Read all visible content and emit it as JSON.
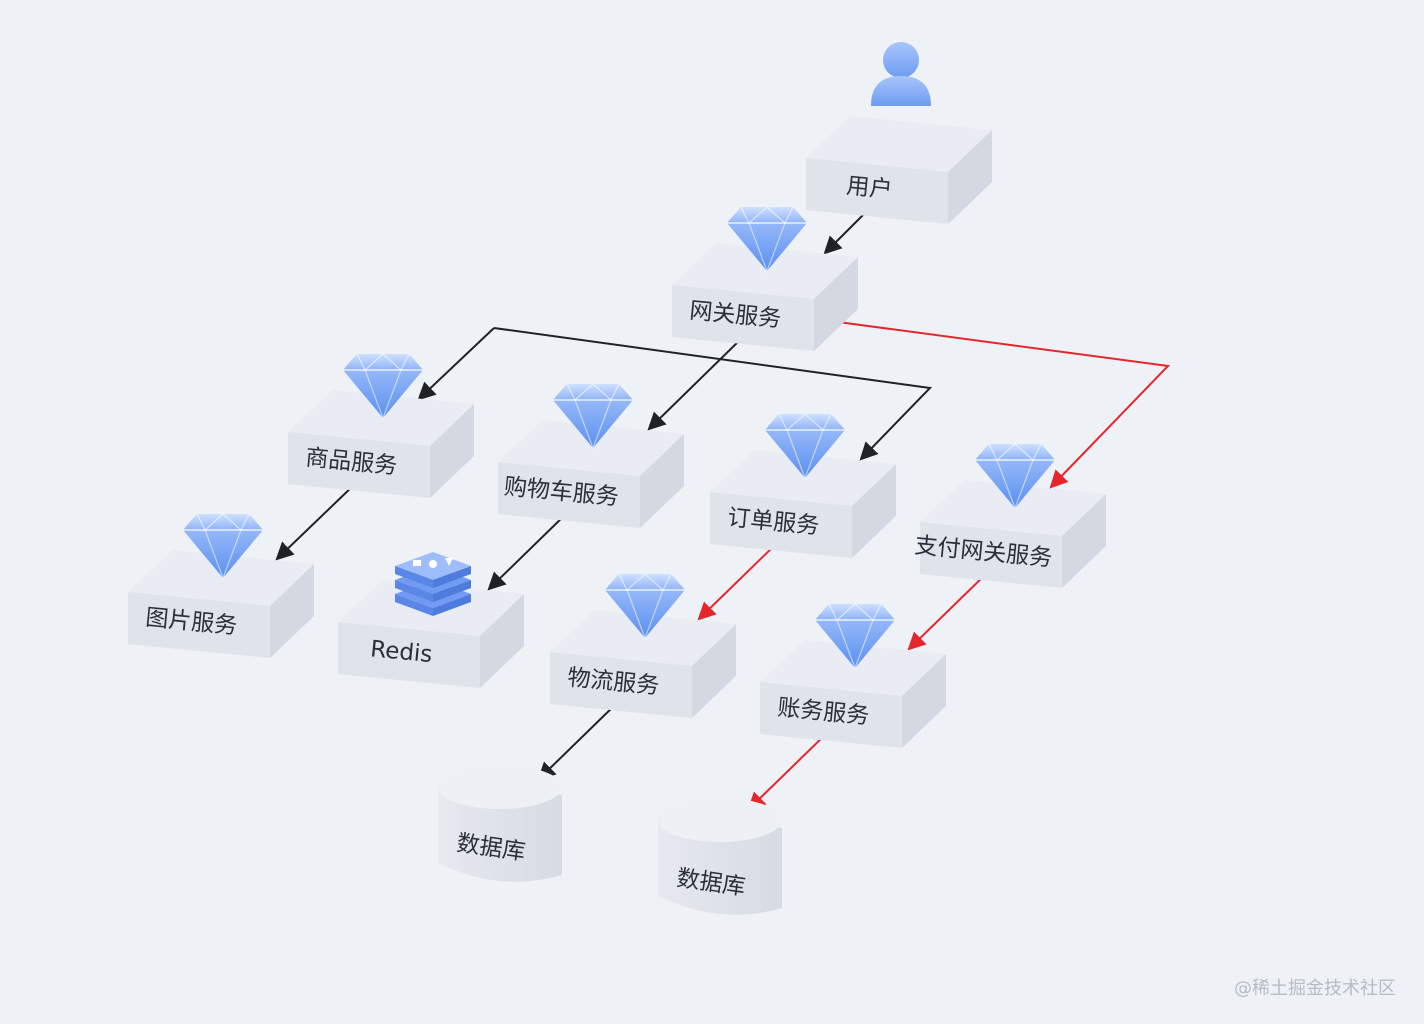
{
  "diagram": {
    "nodes": {
      "user": {
        "label": "用户",
        "icon": "user-icon"
      },
      "gateway": {
        "label": "网关服务",
        "icon": "diamond-icon"
      },
      "product": {
        "label": "商品服务",
        "icon": "diamond-icon"
      },
      "cart": {
        "label": "购物车服务",
        "icon": "diamond-icon"
      },
      "order": {
        "label": "订单服务",
        "icon": "diamond-icon"
      },
      "pay_gateway": {
        "label": "支付网关服务",
        "icon": "diamond-icon"
      },
      "image": {
        "label": "图片服务",
        "icon": "diamond-icon"
      },
      "redis": {
        "label": "Redis",
        "icon": "redis-icon"
      },
      "logistics": {
        "label": "物流服务",
        "icon": "diamond-icon"
      },
      "billing": {
        "label": "账务服务",
        "icon": "diamond-icon"
      },
      "db1": {
        "label": "数据库",
        "icon": "database-icon"
      },
      "db2": {
        "label": "数据库",
        "icon": "database-icon"
      }
    },
    "edges": [
      {
        "from": "user",
        "to": "gateway",
        "color": "#1f2329"
      },
      {
        "from": "gateway",
        "to": "product",
        "color": "#1f2329"
      },
      {
        "from": "gateway",
        "to": "cart",
        "color": "#1f2329"
      },
      {
        "from": "gateway",
        "to": "order",
        "color": "#1f2329"
      },
      {
        "from": "gateway",
        "to": "pay_gateway",
        "color": "#e5262d"
      },
      {
        "from": "product",
        "to": "image",
        "color": "#1f2329"
      },
      {
        "from": "cart",
        "to": "redis",
        "color": "#1f2329"
      },
      {
        "from": "order",
        "to": "logistics",
        "color": "#e5262d"
      },
      {
        "from": "pay_gateway",
        "to": "billing",
        "color": "#e5262d"
      },
      {
        "from": "logistics",
        "to": "db1",
        "color": "#1f2329"
      },
      {
        "from": "billing",
        "to": "db2",
        "color": "#e5262d"
      }
    ]
  },
  "colors": {
    "background": "#eef1f6",
    "block_top": "#e9ecf2",
    "block_front": "#dfe3ea",
    "block_side": "#d3d8e1",
    "icon_blue": "#7aa6f3",
    "normal_edge": "#1f2329",
    "critical_edge": "#e5262d"
  },
  "watermark": "@稀土掘金技术社区"
}
